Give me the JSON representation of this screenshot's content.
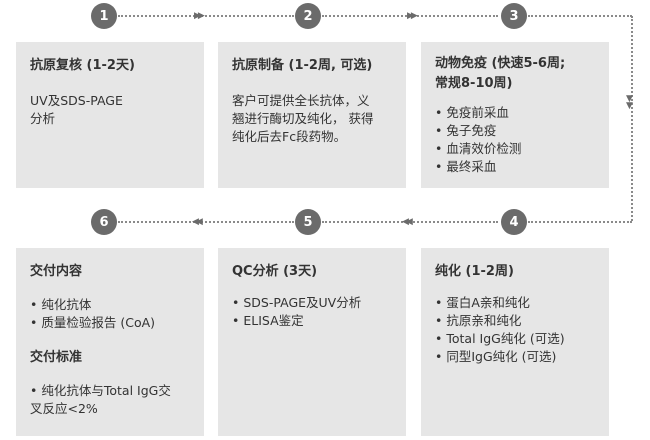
{
  "steps": [
    "1",
    "2",
    "3",
    "4",
    "5",
    "6"
  ],
  "cards": {
    "c1": {
      "title": "抗原复核 (1-2天)",
      "text": "UV及SDS-PAGE\n分析"
    },
    "c2": {
      "title": "抗原制备 (1-2周, 可选)",
      "text": "客户可提供全长抗体，义\n翘进行酶切及纯化， 获得\n纯化后去Fc段药物。"
    },
    "c3": {
      "title": "动物免疫 (快速5-6周;\n常规8-10周)",
      "items": [
        "免疫前采血",
        "兔子免疫",
        "血清效价检测",
        "最终采血"
      ]
    },
    "c4": {
      "title": "纯化 (1-2周)",
      "items": [
        "蛋白A亲和纯化",
        "抗原亲和纯化",
        "Total IgG纯化 (可选)",
        "同型IgG纯化 (可选)"
      ]
    },
    "c5": {
      "title": "QC分析 (3天)",
      "items": [
        "SDS-PAGE及UV分析",
        "ELISA鉴定"
      ]
    },
    "c6": {
      "title": "交付内容",
      "items": [
        "纯化抗体",
        "质量检验报告 (CoA)"
      ],
      "title2": "交付标准",
      "items2": [
        "纯化抗体与Total IgG交\n叉反应<2%"
      ]
    }
  }
}
